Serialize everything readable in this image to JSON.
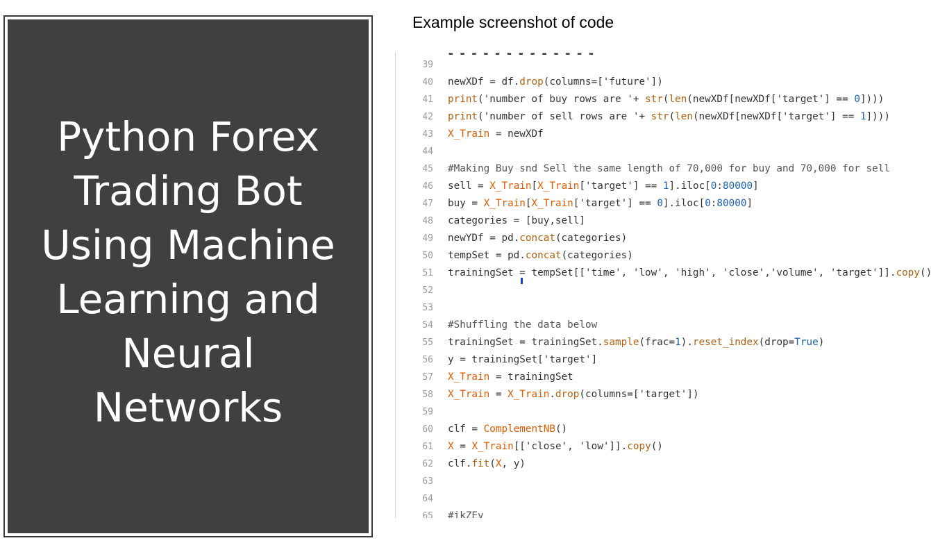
{
  "cover": {
    "title_lines": [
      "Python Forex",
      "Trading Bot",
      "Using Machine",
      "Learning and",
      "Neural",
      "Networks"
    ]
  },
  "caption": "Example screenshot of code",
  "code": {
    "lines": [
      {
        "n": "39",
        "tokens": []
      },
      {
        "n": "40",
        "tokens": [
          [
            "t",
            "newXDf = df."
          ],
          [
            "fn",
            "drop"
          ],
          [
            "t",
            "(columns=['future'])"
          ]
        ]
      },
      {
        "n": "41",
        "tokens": [
          [
            "fn",
            "print"
          ],
          [
            "t",
            "('number of buy rows are '+ "
          ],
          [
            "fn",
            "str"
          ],
          [
            "t",
            "("
          ],
          [
            "fn",
            "len"
          ],
          [
            "t",
            "(newXDf[newXDf['target'] == "
          ],
          [
            "num",
            "0"
          ],
          [
            "t",
            "])))"
          ]
        ]
      },
      {
        "n": "42",
        "tokens": [
          [
            "fn",
            "print"
          ],
          [
            "t",
            "('number of sell rows are '+ "
          ],
          [
            "fn",
            "str"
          ],
          [
            "t",
            "("
          ],
          [
            "fn",
            "len"
          ],
          [
            "t",
            "(newXDf[newXDf['target'] == "
          ],
          [
            "num",
            "1"
          ],
          [
            "t",
            "])))"
          ]
        ]
      },
      {
        "n": "43",
        "tokens": [
          [
            "var",
            "X_Train"
          ],
          [
            "t",
            " = newXDf"
          ]
        ]
      },
      {
        "n": "44",
        "tokens": []
      },
      {
        "n": "45",
        "tokens": [
          [
            "cm",
            "#Making Buy snd Sell the same length of 70,000 for buy and 70,000 for sell"
          ]
        ]
      },
      {
        "n": "46",
        "tokens": [
          [
            "t",
            "sell = "
          ],
          [
            "var",
            "X_Train"
          ],
          [
            "t",
            "["
          ],
          [
            "var",
            "X_Train"
          ],
          [
            "t",
            "['target'] == "
          ],
          [
            "num",
            "1"
          ],
          [
            "t",
            "].iloc["
          ],
          [
            "num",
            "0"
          ],
          [
            "t",
            ":"
          ],
          [
            "num",
            "80000"
          ],
          [
            "t",
            "]"
          ]
        ]
      },
      {
        "n": "47",
        "tokens": [
          [
            "t",
            "buy = "
          ],
          [
            "var",
            "X_Train"
          ],
          [
            "t",
            "["
          ],
          [
            "var",
            "X_Train"
          ],
          [
            "t",
            "['target'] == "
          ],
          [
            "num",
            "0"
          ],
          [
            "t",
            "].iloc["
          ],
          [
            "num",
            "0"
          ],
          [
            "t",
            ":"
          ],
          [
            "num",
            "80000"
          ],
          [
            "t",
            "]"
          ]
        ]
      },
      {
        "n": "48",
        "tokens": [
          [
            "t",
            "categories = [buy,sell]"
          ]
        ]
      },
      {
        "n": "49",
        "tokens": [
          [
            "t",
            "newYDf = pd."
          ],
          [
            "fn",
            "concat"
          ],
          [
            "t",
            "(categories)"
          ]
        ]
      },
      {
        "n": "50",
        "tokens": [
          [
            "t",
            "tempSet = pd."
          ],
          [
            "fn",
            "concat"
          ],
          [
            "t",
            "(categories)"
          ]
        ]
      },
      {
        "n": "51",
        "tokens": [
          [
            "t",
            "trainingSet = tempSet[['time', 'low', 'high', 'close','volume', 'target']]."
          ],
          [
            "fn",
            "copy"
          ],
          [
            "t",
            "()"
          ]
        ]
      },
      {
        "n": "52",
        "tokens": []
      },
      {
        "n": "53",
        "tokens": []
      },
      {
        "n": "54",
        "tokens": [
          [
            "cm",
            "#Shuffling the data below"
          ]
        ]
      },
      {
        "n": "55",
        "tokens": [
          [
            "t",
            "trainingSet = trainingSet."
          ],
          [
            "fn",
            "sample"
          ],
          [
            "t",
            "(frac="
          ],
          [
            "num",
            "1"
          ],
          [
            "t",
            ")."
          ],
          [
            "fn",
            "reset_index"
          ],
          [
            "t",
            "(drop="
          ],
          [
            "num",
            "True"
          ],
          [
            "t",
            ")"
          ]
        ]
      },
      {
        "n": "56",
        "tokens": [
          [
            "t",
            "y = trainingSet['target']"
          ]
        ]
      },
      {
        "n": "57",
        "tokens": [
          [
            "var",
            "X_Train"
          ],
          [
            "t",
            " = trainingSet"
          ]
        ]
      },
      {
        "n": "58",
        "tokens": [
          [
            "var",
            "X_Train"
          ],
          [
            "t",
            " = "
          ],
          [
            "var",
            "X_Train"
          ],
          [
            "t",
            "."
          ],
          [
            "fn",
            "drop"
          ],
          [
            "t",
            "(columns=['target'])"
          ]
        ]
      },
      {
        "n": "59",
        "tokens": []
      },
      {
        "n": "60",
        "tokens": [
          [
            "t",
            "clf = "
          ],
          [
            "var",
            "ComplementNB"
          ],
          [
            "t",
            "()"
          ]
        ]
      },
      {
        "n": "61",
        "tokens": [
          [
            "var",
            "X"
          ],
          [
            "t",
            " = "
          ],
          [
            "var",
            "X_Train"
          ],
          [
            "t",
            "[['close', 'low']]."
          ],
          [
            "fn",
            "copy"
          ],
          [
            "t",
            "()"
          ]
        ]
      },
      {
        "n": "62",
        "tokens": [
          [
            "t",
            "clf."
          ],
          [
            "fn",
            "fit"
          ],
          [
            "t",
            "("
          ],
          [
            "var",
            "X"
          ],
          [
            "t",
            ", y)"
          ]
        ]
      },
      {
        "n": "63",
        "tokens": []
      },
      {
        "n": "64",
        "tokens": []
      },
      {
        "n": "65",
        "tokens": [
          [
            "cm",
            "#ikZEy"
          ]
        ]
      }
    ]
  },
  "colors": {
    "cover_bg": "#404040",
    "cover_text": "#ffffff",
    "code_function": "#b06010",
    "code_variable": "#e05a00",
    "code_number": "#1a5fb4"
  }
}
